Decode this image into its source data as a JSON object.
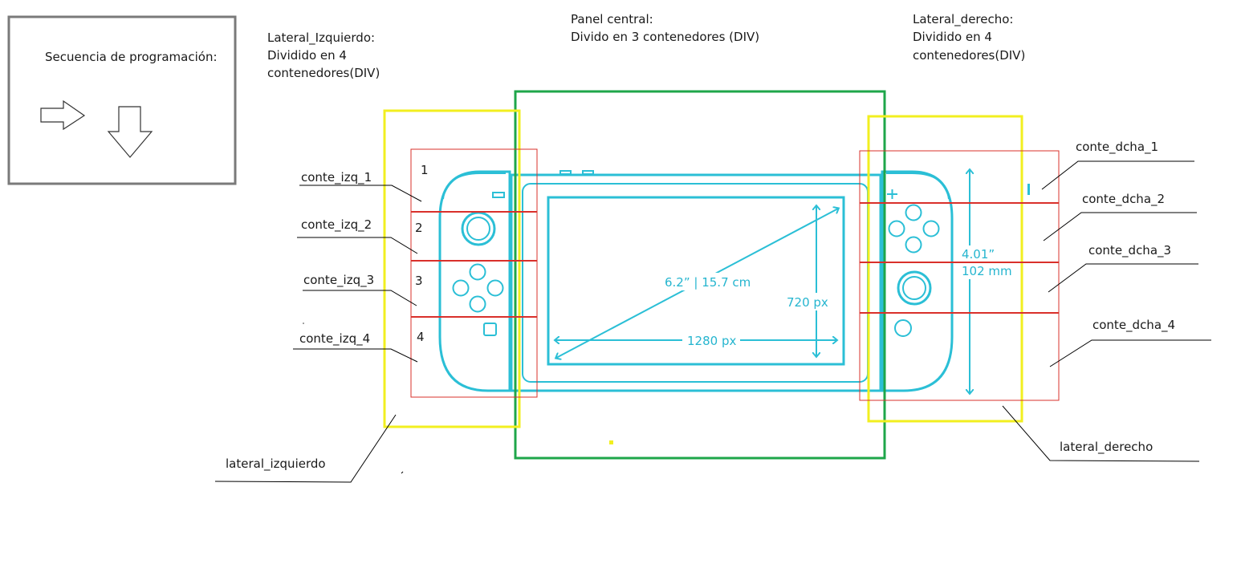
{
  "sequence_box": {
    "title": "Secuencia de programación:"
  },
  "headings": {
    "left": [
      "Lateral_Izquierdo:",
      "Dividido en 4",
      "contenedores(DIV)"
    ],
    "center": [
      "Panel central:",
      "Divido en 3 contenedores (DIV)"
    ],
    "right": [
      "Lateral_derecho:",
      "Dividido en 4",
      "contenedores(DIV)"
    ]
  },
  "left_numbers": [
    "1",
    "2",
    "3",
    "4"
  ],
  "left_labels": [
    "conte_izq_1",
    "conte_izq_2",
    "conte_izq_3",
    "conte_izq_4"
  ],
  "right_labels": [
    "conte_dcha_1",
    "conte_dcha_2",
    "conte_dcha_3",
    "conte_dcha_4"
  ],
  "outer_labels": {
    "left": "lateral_izquierdo",
    "right": "lateral_derecho"
  },
  "dimensions": {
    "diagonal": "6.2” | 15.7 cm",
    "height_px": "720 px",
    "width_px": "1280 px",
    "height_in": "4.01”",
    "height_mm": "102 mm"
  },
  "colors": {
    "yellow": "#f2ef1f",
    "green": "#1ea64a",
    "red": "#d9302b",
    "cyan": "#2bbfd6"
  }
}
